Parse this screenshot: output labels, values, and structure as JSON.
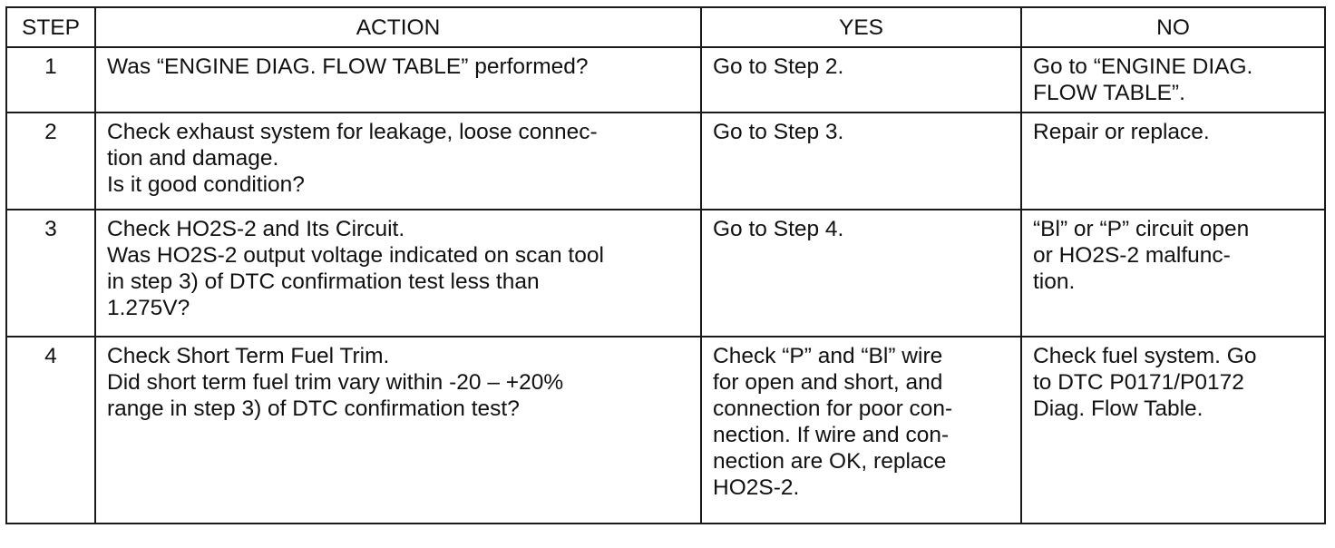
{
  "table": {
    "headers": {
      "step": "STEP",
      "action": "ACTION",
      "yes": "YES",
      "no": "NO"
    },
    "rows": [
      {
        "step": "1",
        "action": [
          "Was “ENGINE DIAG. FLOW TABLE” performed?"
        ],
        "yes": [
          "Go to Step 2."
        ],
        "no": [
          "Go to “ENGINE DIAG.",
          "FLOW TABLE”."
        ]
      },
      {
        "step": "2",
        "action": [
          "Check exhaust system for leakage, loose connec-",
          "tion and damage.",
          "Is it good condition?"
        ],
        "yes": [
          "Go to Step 3."
        ],
        "no": [
          "Repair or replace."
        ]
      },
      {
        "step": "3",
        "action": [
          "Check HO2S-2 and Its Circuit.",
          "Was HO2S-2 output voltage indicated on scan tool",
          "in step 3) of DTC confirmation test less than",
          "1.275V?"
        ],
        "yes": [
          "Go to Step 4."
        ],
        "no": [
          "“Bl” or “P” circuit open",
          "or HO2S-2 malfunc-",
          "tion."
        ]
      },
      {
        "step": "4",
        "action": [
          "Check Short Term Fuel Trim.",
          "Did short term fuel trim vary within -20 – +20%",
          "range in step 3) of DTC confirmation test?"
        ],
        "yes": [
          "Check “P” and “Bl” wire",
          "for open and short, and",
          "connection for poor con-",
          "nection. If wire and con-",
          "nection are OK, replace",
          "HO2S-2."
        ],
        "no": [
          "Check fuel system. Go",
          "to DTC P0171/P0172",
          "Diag. Flow Table."
        ]
      }
    ]
  }
}
